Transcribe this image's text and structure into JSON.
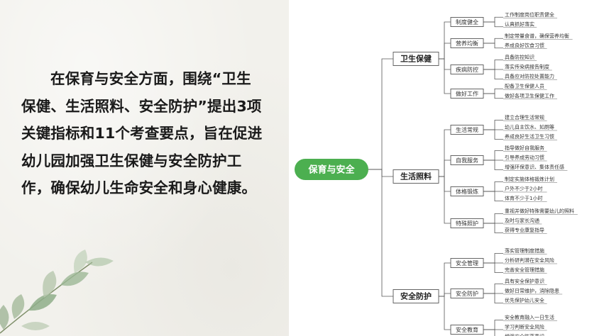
{
  "intro": {
    "text": "在保育与安全方面，围绕“卫生保健、生活照料、安全防护”提出3项关键指标和11个考查要点，旨在促进幼儿园加强卫生保健与安全防护工作，确保幼儿生命安全和身心健康。"
  },
  "colors": {
    "root": "#4caf50",
    "left_bg": "#f2f1ec",
    "leaf": "#8aa88a"
  },
  "mindmap": {
    "root": "保育与安全",
    "branches": [
      {
        "label": "卫生保健",
        "children": [
          {
            "label": "制度健全",
            "items": [
              "工作制度岗位职责健全",
              "认真抓好落实"
            ]
          },
          {
            "label": "营养均衡",
            "items": [
              "制定带量食谱，确保营养均衡",
              "养成良好饮食习惯"
            ]
          },
          {
            "label": "疾病防控",
            "items": [
              "具备防控知识",
              "落实传染病报告制度",
              "具备应对防控处置能力"
            ]
          },
          {
            "label": "做好工作",
            "items": [
              "配备卫生保健人员",
              "做好各项卫生保健工作"
            ]
          }
        ]
      },
      {
        "label": "生活照料",
        "children": [
          {
            "label": "生活常规",
            "items": [
              "建立合理生活常规",
              "幼儿自主饮水、如厕等",
              "养成良好生活卫生习惯"
            ]
          },
          {
            "label": "自我服务",
            "items": [
              "指导做好自我服务",
              "引导养成劳动习惯",
              "增强环保意识、集体责任感"
            ]
          },
          {
            "label": "体格锻炼",
            "items": [
              "制定实施体格锻炼计划",
              "户外不少于2小时",
              "体育不少于1小时"
            ]
          },
          {
            "label": "特殊照护",
            "items": [
              "重视并做好特殊需要幼儿的照料",
              "及时与家长沟通",
              "获得专业康复指导"
            ]
          }
        ]
      },
      {
        "label": "安全防护",
        "children": [
          {
            "label": "安全管理",
            "items": [
              "落实管理制度措施",
              "分析研判潜在安全风险",
              "完善安全管理措施"
            ]
          },
          {
            "label": "安全防护",
            "items": [
              "具有安全保护意识",
              "做好日常维护，消除隐患",
              "优先保护幼儿安全"
            ]
          },
          {
            "label": "安全教育",
            "items": [
              "安全教育融入一日生活",
              "学习判断安全风险",
              "增强安全防范意识"
            ]
          }
        ]
      }
    ]
  }
}
